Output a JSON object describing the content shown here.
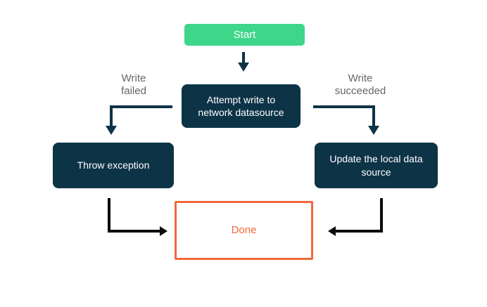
{
  "colors": {
    "navy": "#0d3347",
    "green": "#3ed688",
    "orange": "#f2683c",
    "gray": "#666666",
    "black": "#0b0b0b",
    "white": "#ffffff"
  },
  "nodes": {
    "start": {
      "label": "Start"
    },
    "attempt": {
      "label": "Attempt write to network datasource"
    },
    "throw_exception": {
      "label": "Throw exception"
    },
    "update_local": {
      "label": "Update the local data source"
    },
    "done": {
      "label": "Done"
    }
  },
  "edge_labels": {
    "write_failed": "Write failed",
    "write_succeeded": "Write succeeded"
  },
  "edges": [
    {
      "from": "start",
      "to": "attempt",
      "label": ""
    },
    {
      "from": "attempt",
      "to": "throw_exception",
      "label": "Write failed"
    },
    {
      "from": "attempt",
      "to": "update_local",
      "label": "Write succeeded"
    },
    {
      "from": "throw_exception",
      "to": "done",
      "label": ""
    },
    {
      "from": "update_local",
      "to": "done",
      "label": ""
    }
  ]
}
